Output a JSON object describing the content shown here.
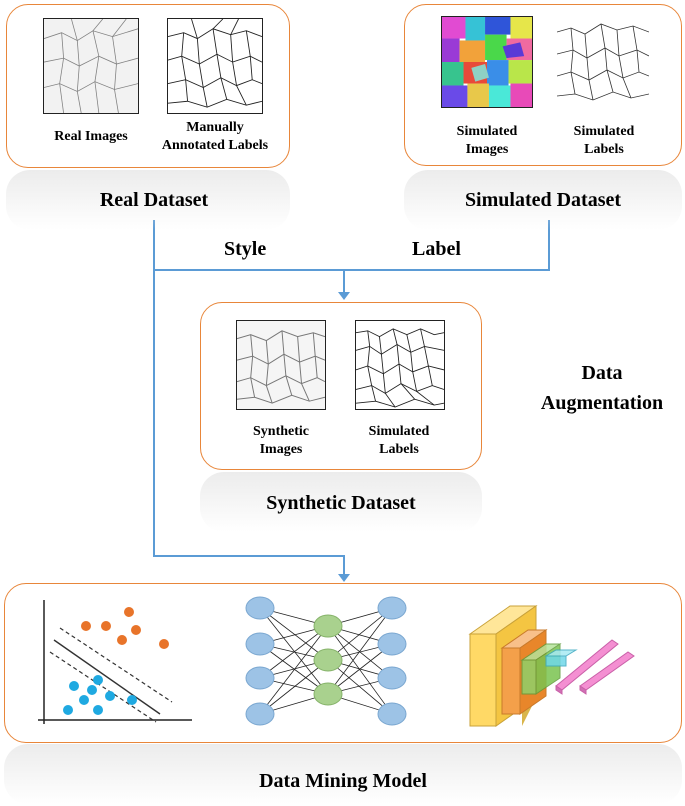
{
  "real": {
    "real_images": "Real Images",
    "manual_labels_1": "Manually",
    "manual_labels_2": "Annotated Labels",
    "title": "Real Dataset"
  },
  "simulated": {
    "sim_images_1": "Simulated",
    "sim_images_2": "Images",
    "sim_labels_1": "Simulated",
    "sim_labels_2": "Labels",
    "title": "Simulated Dataset"
  },
  "flow": {
    "style": "Style",
    "label": "Label",
    "augment_1": "Data",
    "augment_2": "Augmentation"
  },
  "synthetic": {
    "syn_images_1": "Synthetic",
    "syn_images_2": "Images",
    "sim_labels_1": "Simulated",
    "sim_labels_2": "Labels",
    "title": "Synthetic Dataset"
  },
  "model": {
    "title": "Data Mining Model"
  },
  "colors": {
    "box_border": "#e8863a",
    "arrow": "#5b9bd5",
    "svm_orange": "#e8742a",
    "svm_cyan": "#1fa9e1",
    "nn_blue": "#9dc3e6",
    "nn_green": "#a9d18e"
  }
}
